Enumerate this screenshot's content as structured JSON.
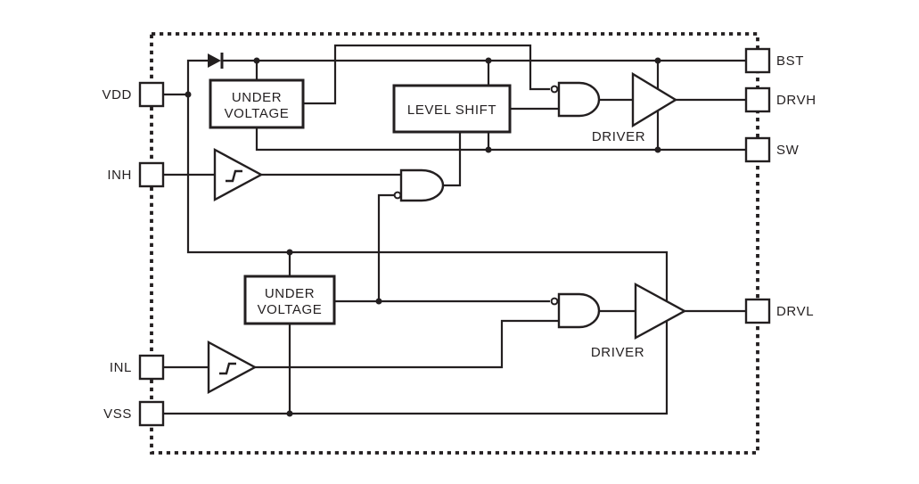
{
  "diagram": {
    "description": "gate driver IC functional block diagram",
    "colors": {
      "ink": "#231f20",
      "background": "#ffffff"
    },
    "pins": {
      "vdd": "VDD",
      "inh": "INH",
      "inl": "INL",
      "vss": "VSS",
      "bst": "BST",
      "drvh": "DRVH",
      "sw": "SW",
      "drvl": "DRVL"
    },
    "blocks": {
      "uv_high_line1": "UNDER",
      "uv_high_line2": "VOLTAGE",
      "uv_low_line1": "UNDER",
      "uv_low_line2": "VOLTAGE",
      "level_shift": "LEVEL SHIFT",
      "driver_high": "DRIVER",
      "driver_low": "DRIVER"
    }
  }
}
